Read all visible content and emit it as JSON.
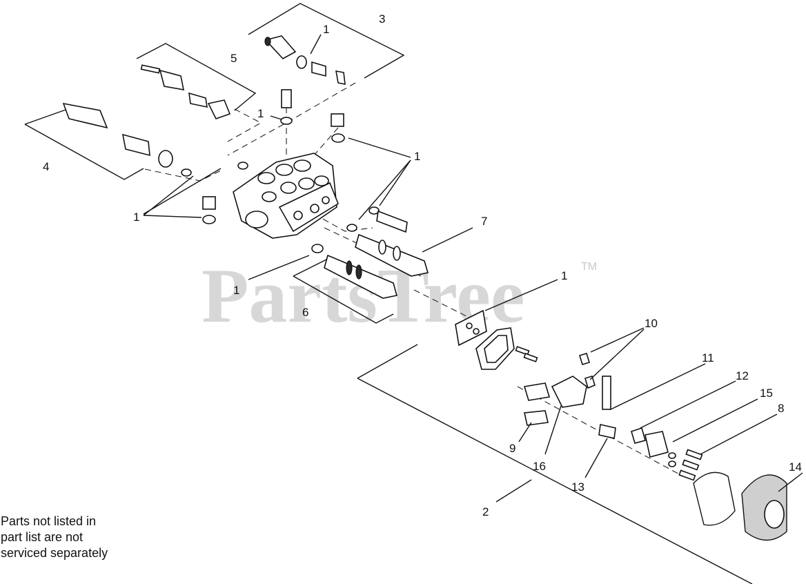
{
  "diagram": {
    "watermark": {
      "text": "PartsTree",
      "trademark": "TM"
    },
    "callouts": {
      "c1_spool_top": "1",
      "c3": "3",
      "c5": "5",
      "c1_plug_top": "1",
      "c4": "4",
      "c1_right_orings": "1",
      "c1_left_orings": "1",
      "c7": "7",
      "c1_mid": "1",
      "c1_gasket": "1",
      "c6": "6",
      "c10": "10",
      "c11": "11",
      "c12": "12",
      "c15": "15",
      "c8": "8",
      "c14": "14",
      "c9": "9",
      "c16": "16",
      "c13": "13",
      "c2": "2"
    },
    "note_lines": [
      "Parts not listed in",
      "part list are not",
      "serviced separately"
    ]
  }
}
